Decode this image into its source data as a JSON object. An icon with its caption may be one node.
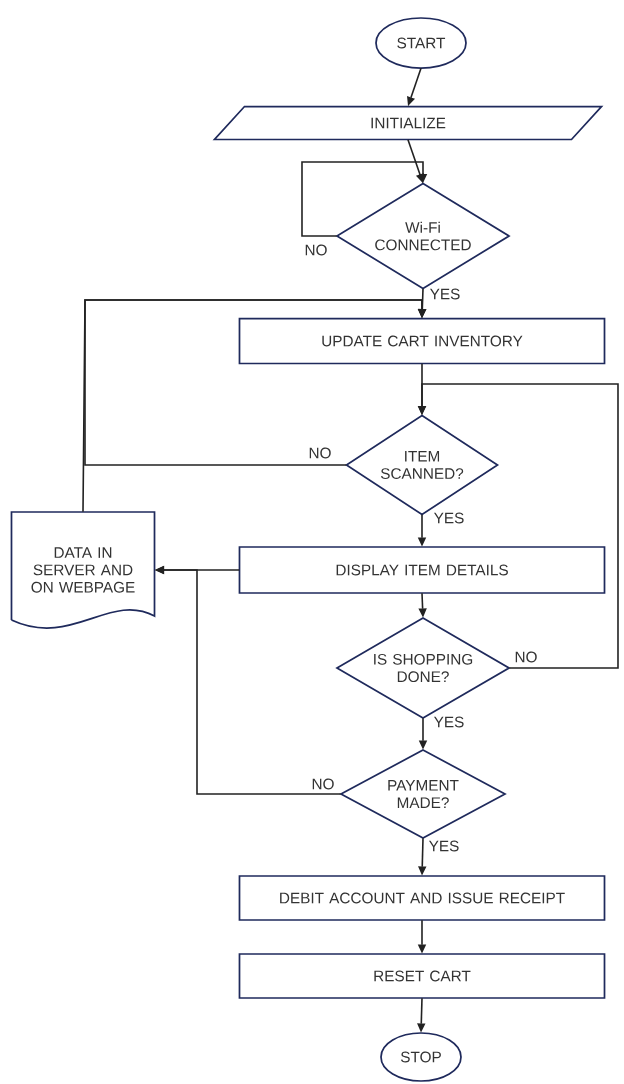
{
  "diagram": {
    "nodes": [
      {
        "text": [
          "START"
        ]
      },
      {
        "text": [
          "INITIALIZE"
        ]
      },
      {
        "text": [
          "Wi-Fi CONNECTED"
        ]
      },
      {
        "text": [
          "UPDATE CART INVENTORY"
        ]
      },
      {
        "text": [
          "ITEM SCANNED?"
        ]
      },
      {
        "text": [
          "DATA IN SERVER AND ON WEBPAGE"
        ]
      },
      {
        "text": [
          "DISPLAY ITEM DETAILS"
        ]
      },
      {
        "text": [
          "IS SHOPPING DONE?"
        ]
      },
      {
        "text": [
          "PAYMENT MADE?"
        ]
      },
      {
        "text": [
          "DEBIT ACCOUNT AND ISSUE RECEIPT"
        ]
      },
      {
        "text": [
          "RESET CART"
        ]
      },
      {
        "text": [
          "STOP"
        ]
      }
    ],
    "edges": [
      {
        "from": 0,
        "to": 1,
        "arrow": "to"
      },
      {
        "from": 1,
        "to": 2,
        "arrow": "to"
      },
      {
        "from": 2,
        "to": 2,
        "arrow": "to",
        "label": "NO"
      },
      {
        "from": 2,
        "to": 3,
        "arrow": "to",
        "label": "YES"
      },
      {
        "from": 3,
        "to": 4,
        "arrow": "to"
      },
      {
        "from": 4,
        "to": 3,
        "arrow": "to",
        "label": "NO"
      },
      {
        "from": 5,
        "to": 3,
        "arrow": "to"
      },
      {
        "from": 4,
        "to": 6,
        "arrow": "to",
        "label": "YES"
      },
      {
        "from": 6,
        "to": 5,
        "arrow": "to"
      },
      {
        "from": 6,
        "to": 7,
        "arrow": "to"
      },
      {
        "from": 7,
        "to": 4,
        "arrow": "to",
        "label": "NO"
      },
      {
        "from": 7,
        "to": 8,
        "arrow": "to",
        "label": "YES"
      },
      {
        "from": 8,
        "to": 5,
        "arrow": "to",
        "label": "NO"
      },
      {
        "from": 8,
        "to": 9,
        "arrow": "to",
        "label": "YES"
      },
      {
        "from": 9,
        "to": 10,
        "arrow": "to"
      },
      {
        "from": 10,
        "to": 11,
        "arrow": "to"
      }
    ]
  }
}
